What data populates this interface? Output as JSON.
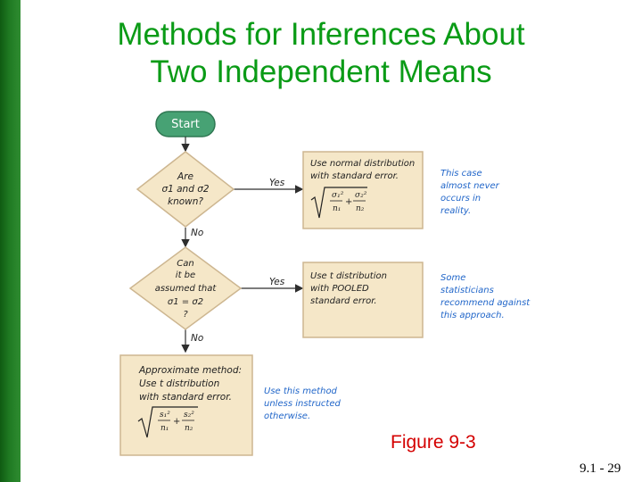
{
  "slide": {
    "title_line1": "Methods for Inferences About",
    "title_line2": "Two Independent Means",
    "figure_label": "Figure 9-3",
    "page_number": "9.1 - 29"
  },
  "flowchart": {
    "start": "Start",
    "decision1": [
      "Are",
      "σ1 and σ2",
      "known?"
    ],
    "decision2": [
      "Can",
      "it be",
      "assumed that",
      "σ1 = σ2",
      "?"
    ],
    "yes_label": "Yes",
    "no_label": "No",
    "box1": [
      "Use normal distribution",
      "with standard error."
    ],
    "box2": [
      "Use t distribution",
      "with POOLED",
      "standard error."
    ],
    "box3": [
      "Approximate method:",
      "Use t distribution",
      "with standard error."
    ],
    "note1": [
      "This case",
      "almost never",
      "occurs in",
      "reality."
    ],
    "note2": [
      "Some",
      "statisticians",
      "recommend against",
      "this approach."
    ],
    "note3": [
      "Use this method",
      "unless instructed",
      "otherwise."
    ]
  },
  "colors": {
    "title": "#0a9b16",
    "flow_fill": "#f5e7c8",
    "flow_border": "#cdb690",
    "start_fill": "#47a274",
    "note_text": "#2166c9",
    "figure_label": "#d40000"
  }
}
